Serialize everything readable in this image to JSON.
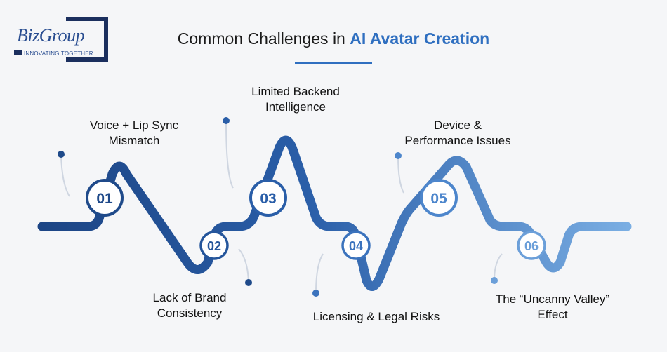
{
  "logo": {
    "name": "BizGroup",
    "tagline": "INNOVATING TOGETHER"
  },
  "header": {
    "title_prefix": "Common Challenges in ",
    "title_highlight": "AI Avatar Creation"
  },
  "steps": [
    {
      "number": "01",
      "label_line1": "Voice + Lip Sync",
      "label_line2": "Mismatch"
    },
    {
      "number": "02",
      "label_line1": "Lack of Brand",
      "label_line2": "Consistency"
    },
    {
      "number": "03",
      "label_line1": "Limited Backend",
      "label_line2": "Intelligence"
    },
    {
      "number": "04",
      "label_line1": "Licensing & Legal Risks",
      "label_line2": ""
    },
    {
      "number": "05",
      "label_line1": "Device &",
      "label_line2": "Performance Issues"
    },
    {
      "number": "06",
      "label_line1": "The “Uncanny Valley”",
      "label_line2": "Effect"
    }
  ],
  "colors": {
    "dark": "#1f4a8a",
    "light": "#6b9fd9",
    "title_accent": "#2f6fc0"
  }
}
